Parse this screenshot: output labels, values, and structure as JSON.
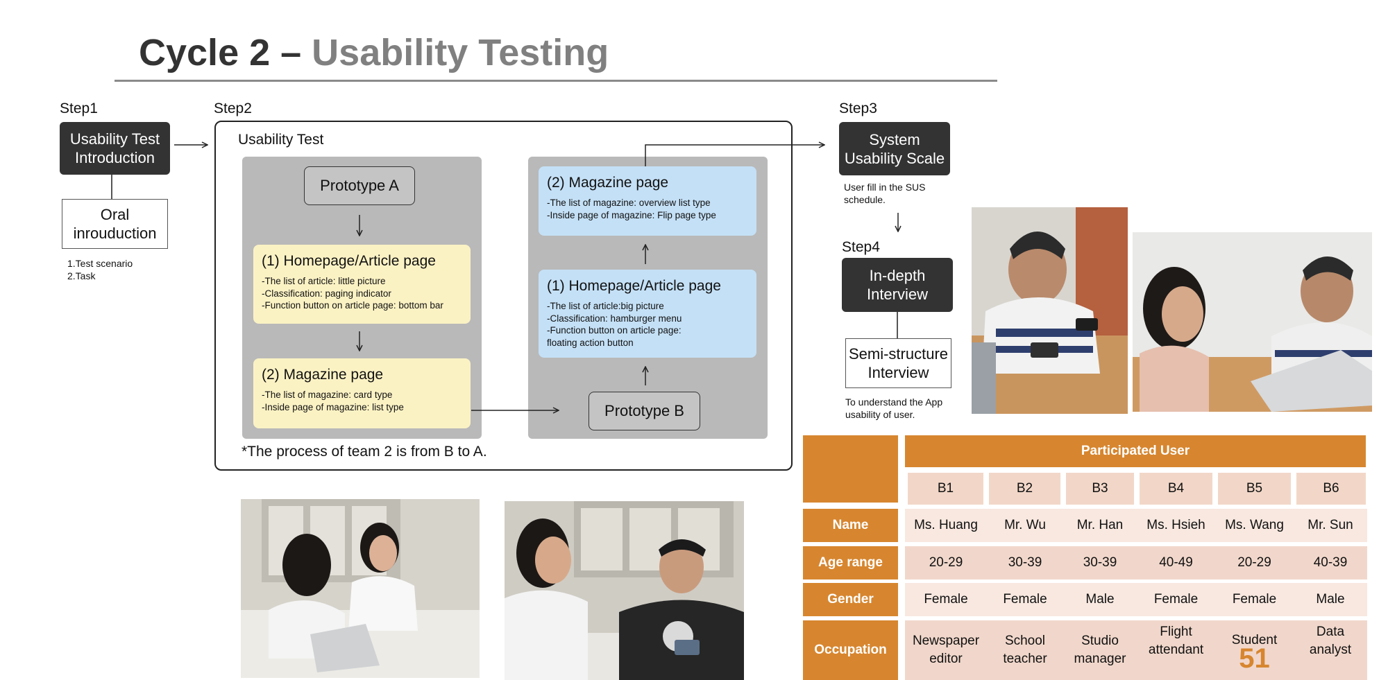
{
  "title": {
    "part1": "Cycle 2 – ",
    "part2": "Usability Testing"
  },
  "step1": {
    "label": "Step1",
    "box_line1": "Usability Test",
    "box_line2": "Introduction",
    "sub_line1": "Oral",
    "sub_line2": "inrouduction",
    "notes": [
      "1.Test scenario",
      "2.Task"
    ]
  },
  "step2": {
    "label": "Step2",
    "frame_title": "Usability Test",
    "prototype_a": "Prototype A",
    "prototype_b": "Prototype B",
    "a_home": {
      "heading": "(1) Homepage/Article page",
      "lines": [
        "-The list of article: little picture",
        "-Classification: paging indicator",
        "-Function button on article page: bottom bar"
      ]
    },
    "a_magazine": {
      "heading": "(2) Magazine page",
      "lines": [
        "-The list of magazine: card type",
        "-Inside page of magazine: list type"
      ]
    },
    "b_magazine": {
      "heading": "(2) Magazine page",
      "lines": [
        "-The list of magazine: overview list type",
        "-Inside page of magazine: Flip page type"
      ]
    },
    "b_home": {
      "heading": "(1) Homepage/Article page",
      "lines": [
        "-The list of article:big picture",
        "-Classification: hamburger menu",
        "-Function button on article page:",
        "floating action button"
      ]
    },
    "footnote": "*The process of team 2 is from B to A."
  },
  "step3": {
    "label": "Step3",
    "box_line1": "System",
    "box_line2": "Usability Scale",
    "notes": [
      "User fill in the SUS",
      "schedule."
    ]
  },
  "step4": {
    "label": "Step4",
    "box_line1": "In-depth",
    "box_line2": "Interview",
    "sub_line1": "Semi-structure",
    "sub_line2": "Interview",
    "notes": [
      "To understand the App",
      "usability of user."
    ]
  },
  "table": {
    "header": "Participated User",
    "ids": [
      "B1",
      "B2",
      "B3",
      "B4",
      "B5",
      "B6"
    ],
    "rows": [
      {
        "label": "Name",
        "values": [
          "Ms. Huang",
          "Mr. Wu",
          "Mr. Han",
          "Ms. Hsieh",
          "Ms. Wang",
          "Mr. Sun"
        ]
      },
      {
        "label": "Age range",
        "values": [
          "20-29",
          "30-39",
          "30-39",
          "40-49",
          "20-29",
          "40-39"
        ]
      },
      {
        "label": "Gender",
        "values": [
          "Female",
          "Female",
          "Male",
          "Female",
          "Female",
          "Male"
        ]
      },
      {
        "label": "Occupation",
        "values": [
          [
            "Newspaper",
            "editor"
          ],
          [
            "School",
            "teacher"
          ],
          [
            "Studio",
            "manager"
          ],
          [
            "Flight",
            "attendant"
          ],
          [
            "Student"
          ],
          [
            "Data",
            "analyst"
          ]
        ]
      }
    ]
  },
  "page_number": "51"
}
